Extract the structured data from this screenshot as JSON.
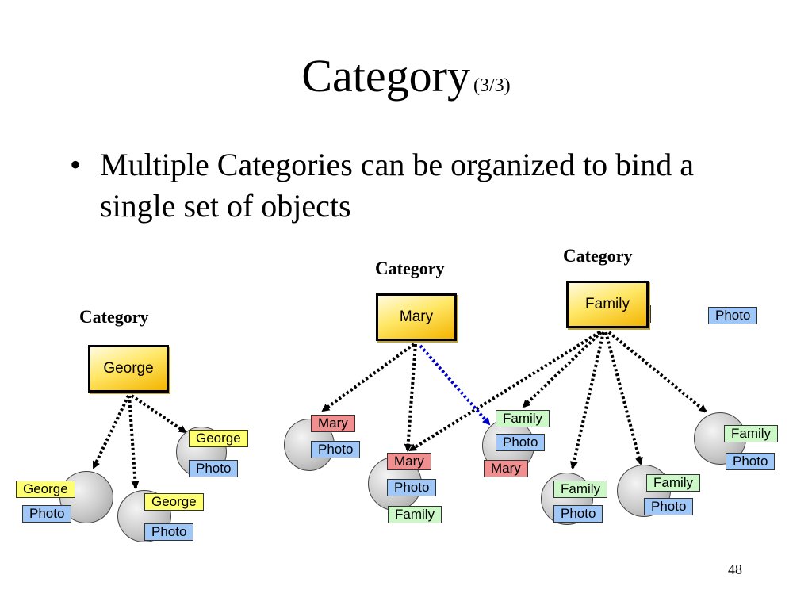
{
  "slide": {
    "title": "Category",
    "title_suffix": "(3/3)",
    "bullet": "Multiple Categories can be organized to bind a single set of objects",
    "page_number": "48"
  },
  "categories": [
    {
      "label_first": "C",
      "label_rest": "ategory",
      "name": "George"
    },
    {
      "label_first": "C",
      "label_rest": "ategory",
      "name": "Mary"
    },
    {
      "label_first": "C",
      "label_rest": "ategory",
      "name": "Family"
    }
  ],
  "tags": {
    "george": "George",
    "mary": "Mary",
    "family": "Family",
    "photo": "Photo"
  },
  "colors": {
    "photo_tag": "#9fc7f7",
    "george_tag": "#ffff72",
    "mary_tag": "#f08f8f",
    "family_tag": "#ccf7c6",
    "category_box": "#ffe766",
    "highlight_arrow": "#0000cc"
  }
}
